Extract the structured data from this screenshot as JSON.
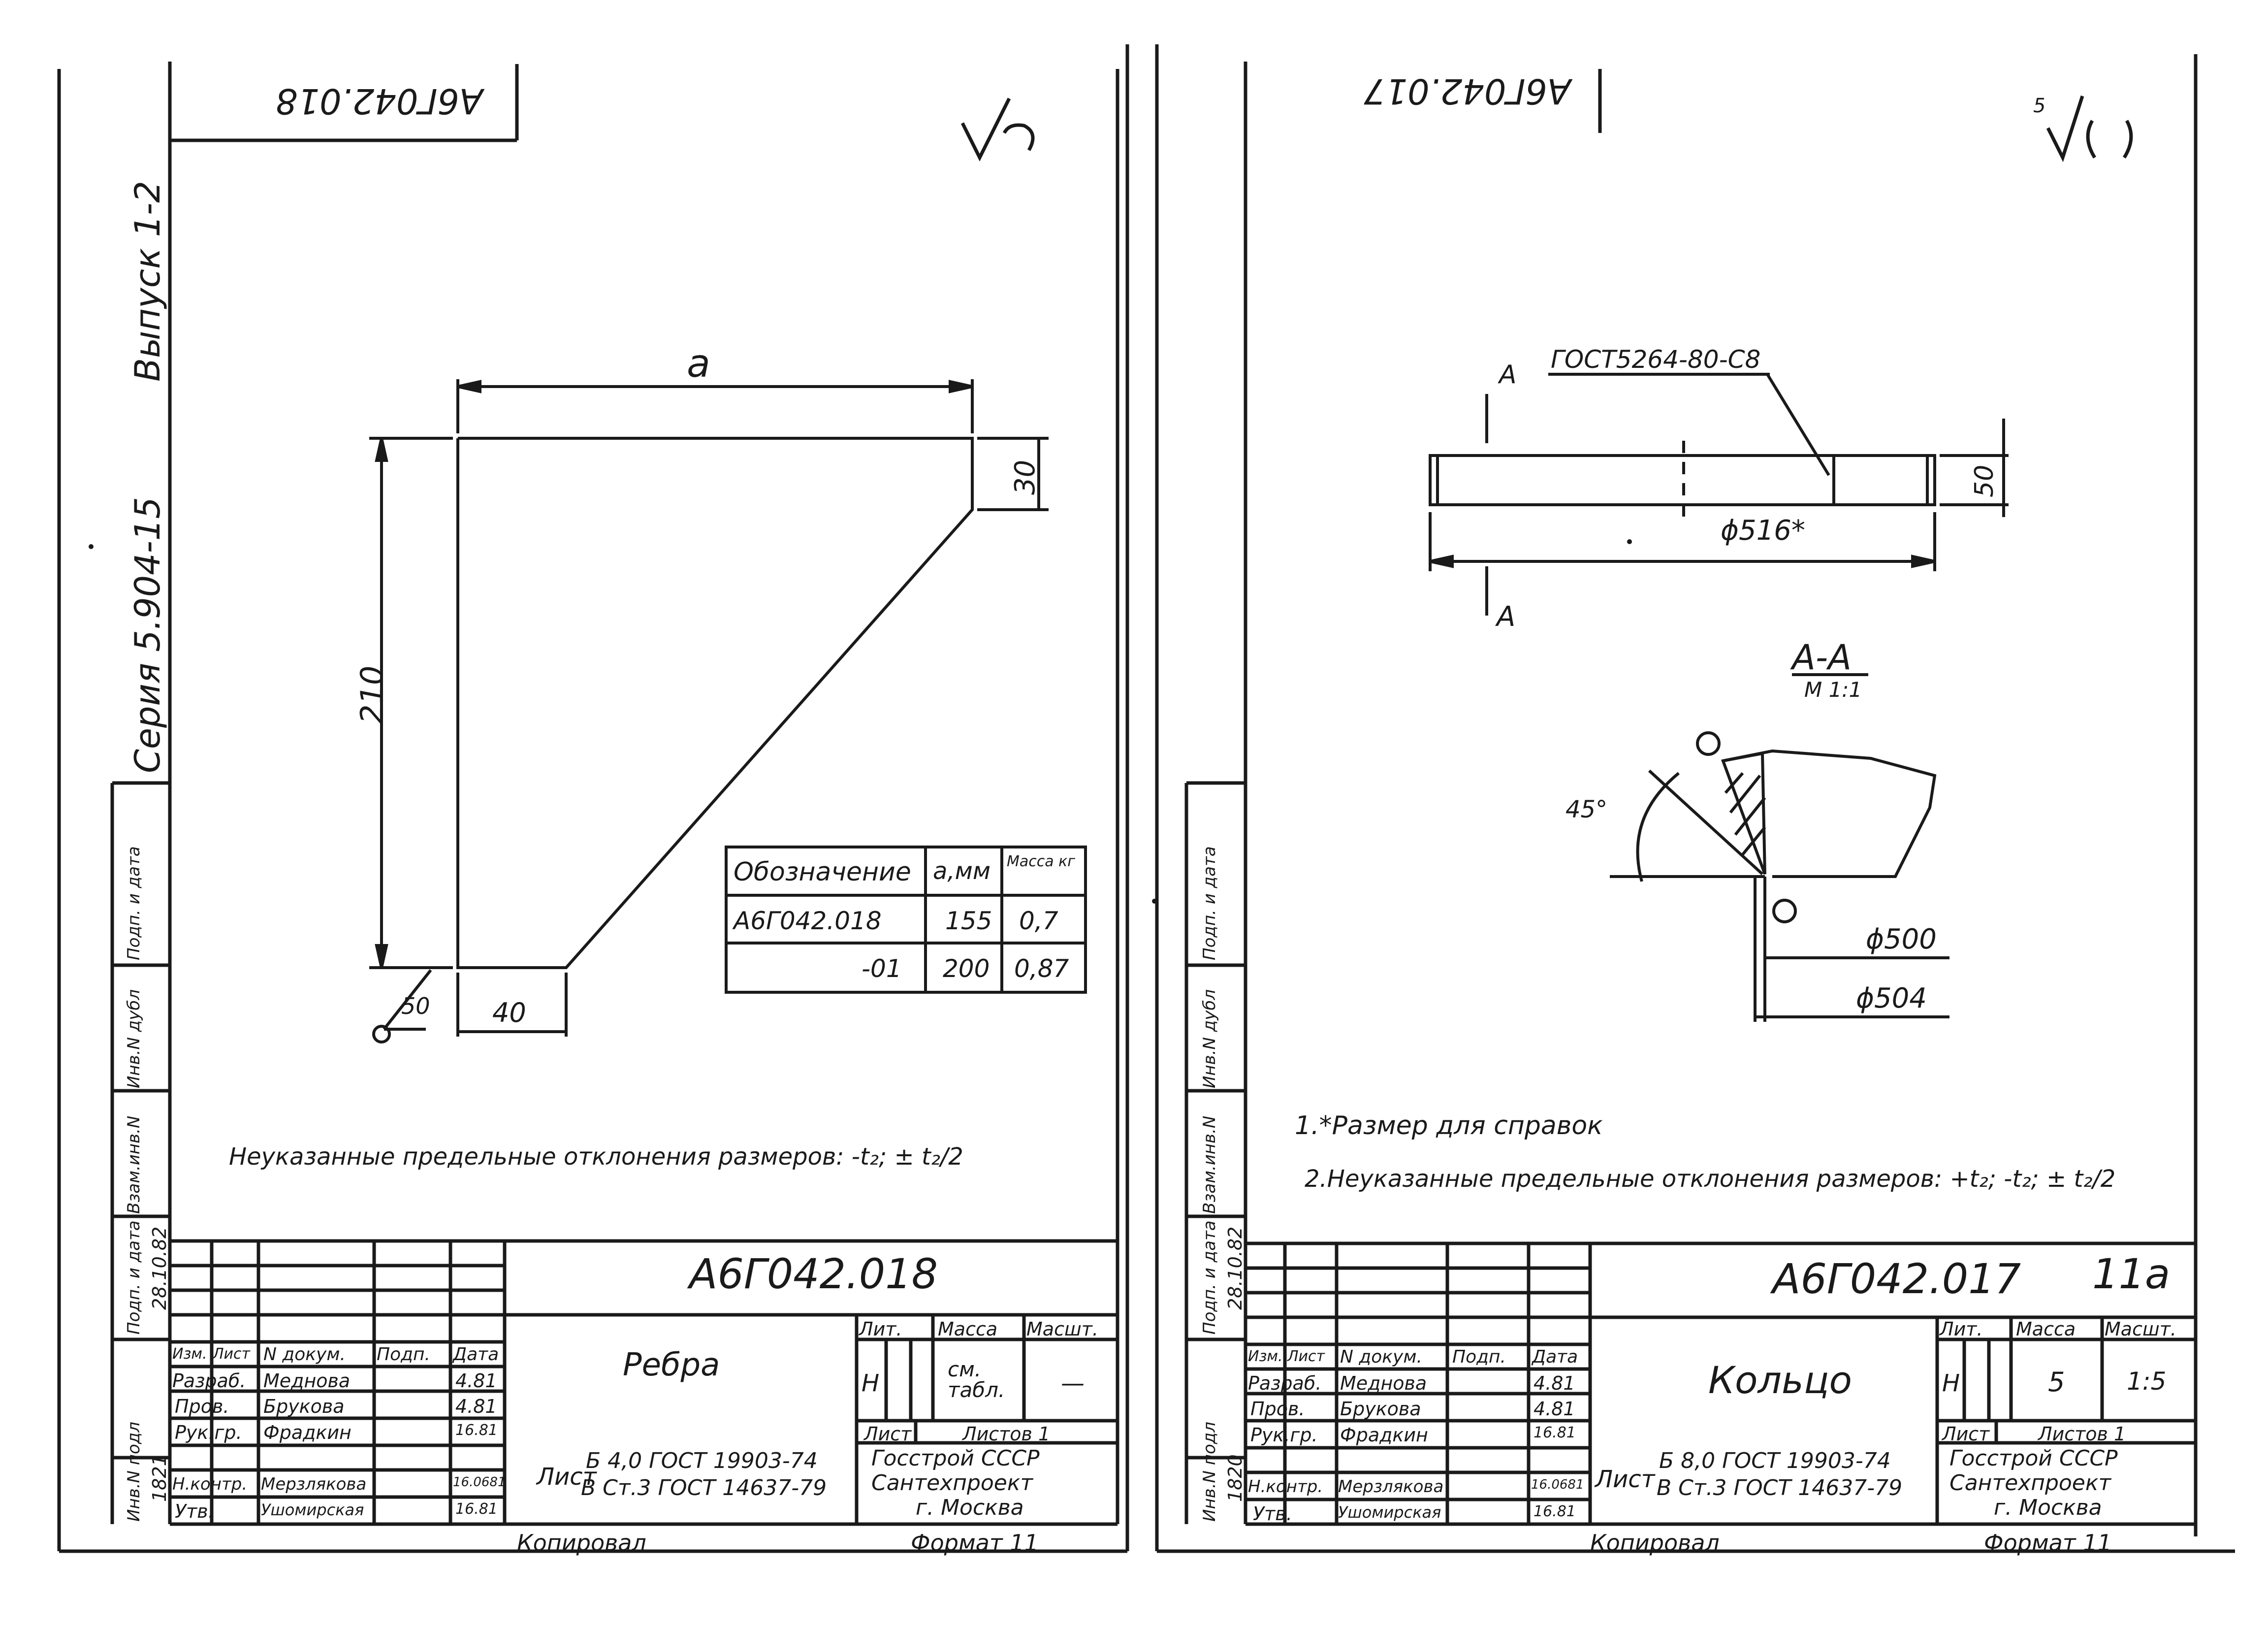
{
  "sheet_left": {
    "stamp_mirrored": "А6Г042.018",
    "roughness_mark": "√(√)",
    "series_label": "Серия 5.904-15",
    "issue_label": "Выпуск 1-2",
    "side_labels": [
      "Инв.N подл",
      "Подп. и дата",
      "Взам.инв.N",
      "Инв.N дубл",
      "Подп. и дата"
    ],
    "side_values": {
      "inv": "1821",
      "date": "28.10.82"
    },
    "dims": {
      "a": "a",
      "h210": "210",
      "h30": "30",
      "w40": "40",
      "weld": "50"
    },
    "table": {
      "headers": [
        "Обозначение",
        "a,мм",
        "Масса кг"
      ],
      "rows": [
        [
          "А6Г042.018",
          "155",
          "0,7"
        ],
        [
          "-01",
          "200",
          "0,87"
        ]
      ]
    },
    "note": "Неуказанные предельные отклонения размеров: -t₂; ± t₂/2",
    "title_block": {
      "code": "А6Г042.018",
      "name": "Ребра",
      "lit_header": "Лит.",
      "mass_header": "Масса",
      "scale_header": "Масшт.",
      "lit": "Н",
      "mass": "см. табл.",
      "scale": "—",
      "sheet": "Лист",
      "sheets": "Листов 1",
      "roles": [
        {
          "role": "Изм.",
          "sub": "Лист",
          "doc": "N докум.",
          "sign": "Подп.",
          "date": "Дата"
        },
        {
          "role": "Разраб.",
          "name": "Меднова",
          "date": "4.81"
        },
        {
          "role": "Пров.",
          "name": "Брукова",
          "date": "4.81"
        },
        {
          "role": "Рук.гр.",
          "name": "Фрадкин",
          "date": "16.81"
        },
        {
          "role": "Н.контр.",
          "name": "Мерзлякова",
          "date": "16.0681"
        },
        {
          "role": "Утв.",
          "name": "Ушомирская",
          "date": "16.81"
        }
      ],
      "material_prefix": "Лист",
      "material_top": "Б 4,0 ГОСТ 19903-74",
      "material_bottom": "В Ст.3 ГОСТ 14637-79",
      "org": [
        "Госстрой СССР",
        "Сантехпроект",
        "г. Москва"
      ]
    },
    "copied": "Копировал",
    "format": "Формат 11"
  },
  "sheet_right": {
    "stamp_mirrored": "А6Г042.017",
    "roughness_mark": "50/√(√)",
    "side_labels": [
      "Инв.N подл",
      "Подп. и дата",
      "Взам.инв.N",
      "Инв.N дубл",
      "Подп. и дата"
    ],
    "side_values": {
      "inv": "1820",
      "date": "28.10.82"
    },
    "weld_std": "ГОСТ5264-80-С8",
    "section_mark": "А",
    "dims": {
      "d516": "ϕ516*",
      "h50": "50",
      "d500": "ϕ500",
      "d504": "ϕ504",
      "angle": "45°"
    },
    "section_title": "А-А",
    "section_scale": "М 1:1",
    "notes": [
      "1.*Размер для справок",
      "2.Неуказанные предельные отклонения размеров: +t₂; -t₂; ± t₂/2"
    ],
    "title_block": {
      "code": "А6Г042.017",
      "sheet_no": "11а",
      "name": "Кольцо",
      "lit_header": "Лит.",
      "mass_header": "Масса",
      "scale_header": "Масшт.",
      "lit": "Н",
      "mass": "5",
      "scale": "1:5",
      "sheet": "Лист",
      "sheets": "Листов 1",
      "roles": [
        {
          "role": "Изм.",
          "sub": "Лист",
          "doc": "N докум.",
          "sign": "Подп.",
          "date": "Дата"
        },
        {
          "role": "Разраб.",
          "name": "Меднова",
          "date": "4.81"
        },
        {
          "role": "Пров.",
          "name": "Брукова",
          "date": "4.81"
        },
        {
          "role": "Рук.гр.",
          "name": "Фрадкин",
          "date": "16.81"
        },
        {
          "role": "Н.контр.",
          "name": "Мерзлякова",
          "date": "16.0681"
        },
        {
          "role": "Утв.",
          "name": "Ушомирская",
          "date": "16.81"
        }
      ],
      "material_prefix": "Лист",
      "material_top": "Б 8,0 ГОСТ 19903-74",
      "material_bottom": "В Ст.3 ГОСТ 14637-79",
      "org": [
        "Госстрой СССР",
        "Сантехпроект",
        "г. Москва"
      ]
    },
    "copied": "Копировал",
    "format": "Формат 11"
  }
}
